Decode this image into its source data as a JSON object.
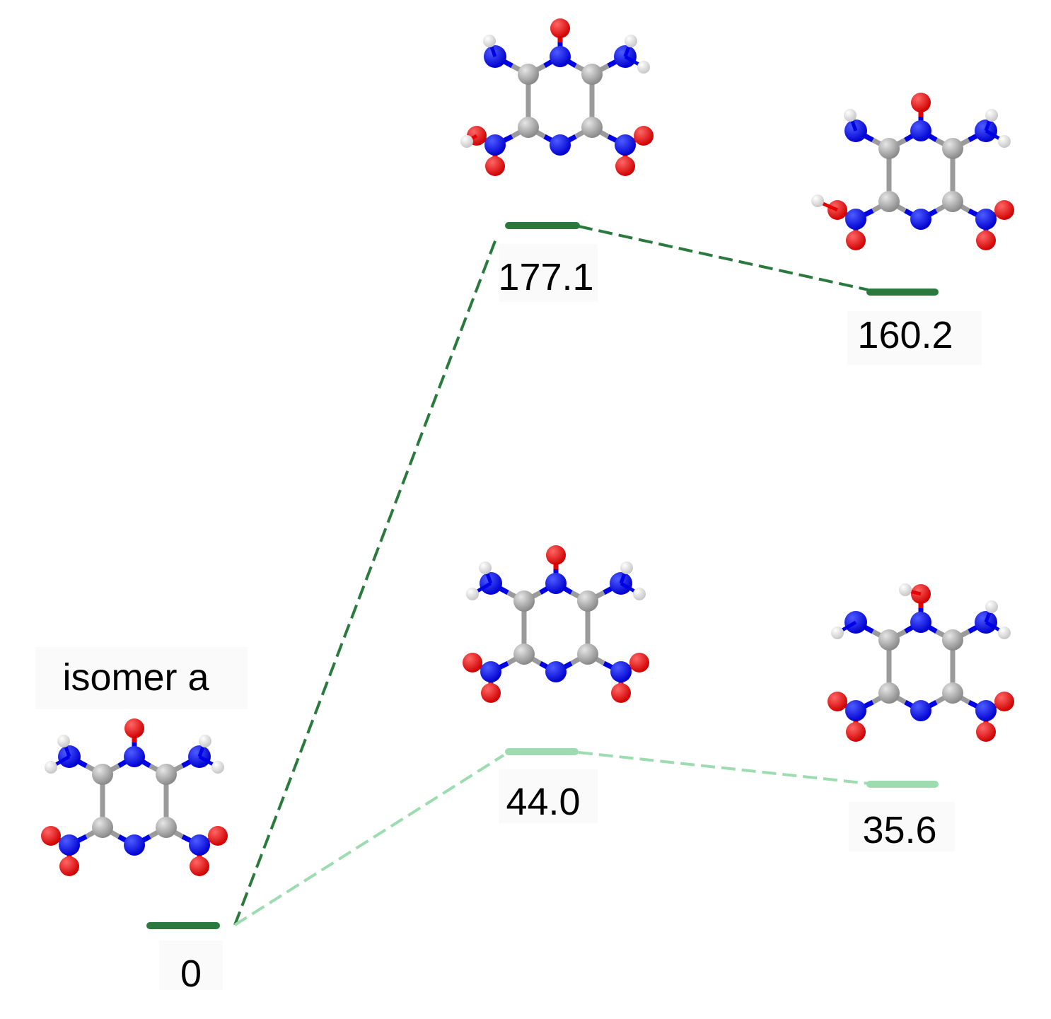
{
  "title_label": "isomer a",
  "colors": {
    "dark_path": "#2a7a3e",
    "light_path": "#9ddcb0",
    "carbon": "#999999",
    "nitrogen": "#0000e6",
    "oxygen": "#e60000",
    "hydrogen": "#eeeeee"
  },
  "levels": [
    {
      "id": "start",
      "energy": "0",
      "path": "dark"
    },
    {
      "id": "ts_upper",
      "energy": "177.1",
      "path": "dark"
    },
    {
      "id": "product_upper",
      "energy": "160.2",
      "path": "dark"
    },
    {
      "id": "ts_lower",
      "energy": "44.0",
      "path": "light"
    },
    {
      "id": "product_lower",
      "energy": "35.6",
      "path": "light"
    }
  ]
}
